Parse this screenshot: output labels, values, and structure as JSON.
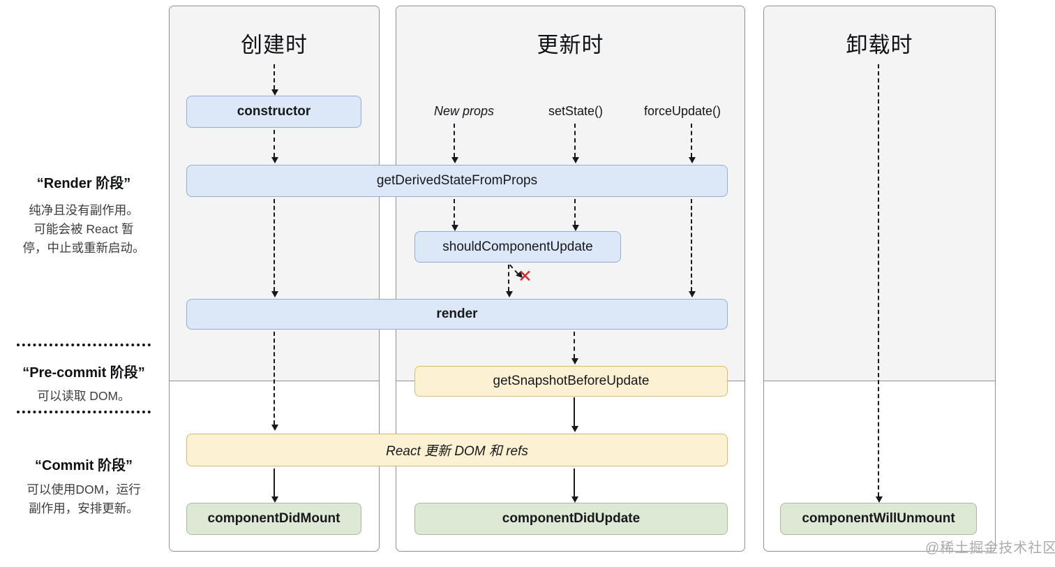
{
  "columns": {
    "mounting": {
      "title": "创建时"
    },
    "updating": {
      "title": "更新时",
      "triggers": [
        "New props",
        "setState()",
        "forceUpdate()"
      ]
    },
    "unmounting": {
      "title": "卸载时"
    }
  },
  "boxes": {
    "ctor": "constructor",
    "get_derived_state_from_props": "getDerivedStateFromProps",
    "should_component_update": "shouldComponentUpdate",
    "render": "render",
    "get_snapshot_before_update": "getSnapshotBeforeUpdate",
    "react_updates_dom": "React 更新 DOM 和 refs",
    "component_did_mount": "componentDidMount",
    "component_did_update": "componentDidUpdate",
    "component_will_unmount": "componentWillUnmount"
  },
  "sidebar": {
    "render_phase": {
      "title": "“Render 阶段”",
      "line1": "纯净且没有副作用。",
      "line2": "可能会被 React 暂",
      "line3": "停，中止或重新启动。"
    },
    "pre_commit_phase": {
      "title": "“Pre-commit 阶段”",
      "line1": "可以读取 DOM。"
    },
    "commit_phase": {
      "title": "“Commit 阶段”",
      "line1": "可以使用DOM，运行",
      "line2": "副作用，安排更新。"
    }
  },
  "cancel_mark": "✕",
  "watermark": "@稀土掘金技术社区",
  "colors": {
    "box_blue": "#dce8f8",
    "box_yellow": "#fcf1d2",
    "box_green": "#dde9d5",
    "phase_bg": "#f4f4f5",
    "cancel_red": "#d9282d"
  }
}
